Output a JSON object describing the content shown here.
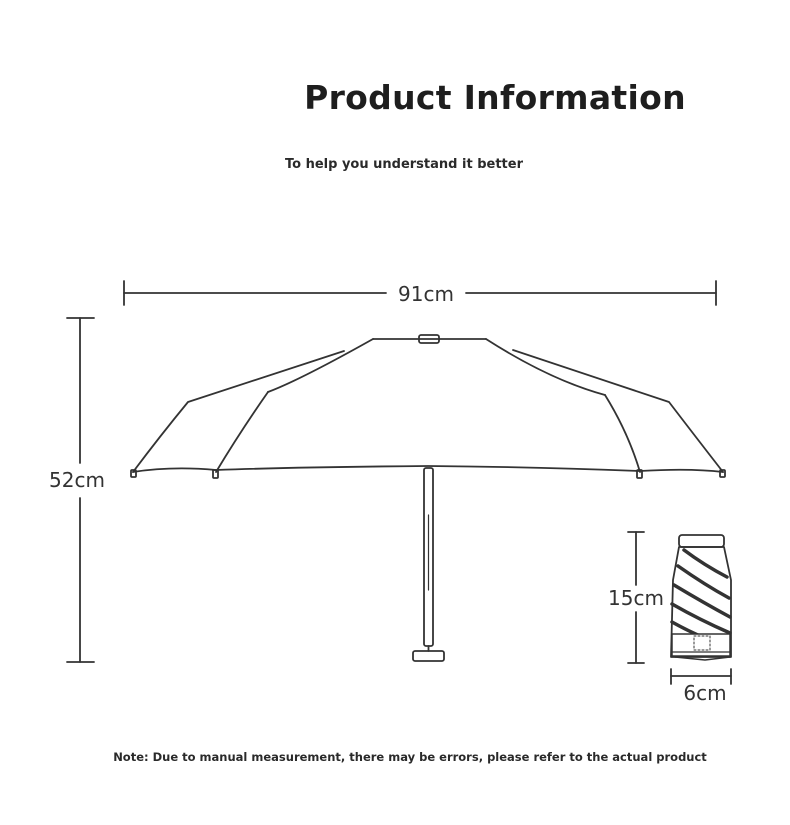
{
  "header": {
    "title": "Product Information",
    "subtitle": "To help you understand it better"
  },
  "dimensions": {
    "open_width": "91cm",
    "open_height": "52cm",
    "folded_length": "15cm",
    "folded_width": "6cm"
  },
  "footer": {
    "note": "Note: Due to manual measurement, there may be errors, please refer to the actual product"
  },
  "colors": {
    "outline": "#333333",
    "background": "#ffffff"
  }
}
